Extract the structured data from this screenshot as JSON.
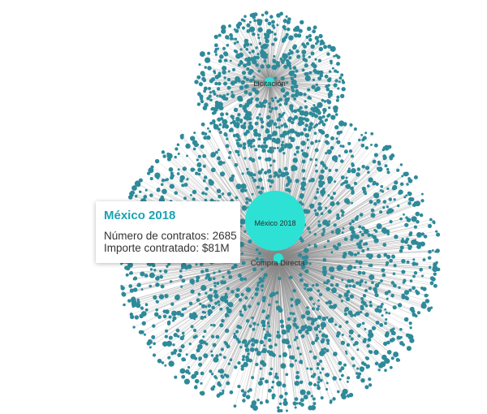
{
  "graph": {
    "root": {
      "label": "México 2018",
      "color": "#2de2d4"
    },
    "hubs": [
      {
        "label": "Licitación",
        "color": "#2de2d4"
      },
      {
        "label": "Compra Directa",
        "color": "#2de2d4"
      }
    ],
    "leaf_color": "#2e8a99",
    "edge_color": "#8a8a8a"
  },
  "tooltip": {
    "title": "México 2018",
    "contracts_label": "Número de contratos:",
    "contracts_value": "2685",
    "amount_label": "Importe contratado:",
    "amount_value": "$81M"
  }
}
